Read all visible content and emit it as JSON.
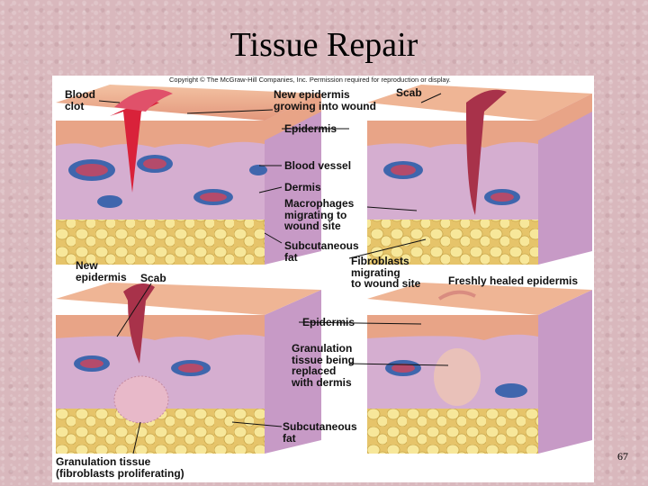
{
  "slide": {
    "title": "Tissue Repair",
    "page_number": "67"
  },
  "figure": {
    "copyright": "Copyright © The McGraw-Hill Companies, Inc. Permission required for reproduction or display.",
    "labels": {
      "blood_clot": "Blood\nclot",
      "new_epidermis_growing": "New epidermis\ngrowing into wound",
      "scab_top": "Scab",
      "epidermis_top": "Epidermis",
      "blood_vessel": "Blood vessel",
      "dermis": "Dermis",
      "macrophages": "Macrophages\nmigrating to\nwound site",
      "subcutaneous_fat_top": "Subcutaneous\nfat",
      "fibroblasts": "Fibroblasts\nmigrating\nto wound site",
      "new_epidermis": "New\nepidermis",
      "scab_bottom": "Scab",
      "freshly_healed": "Freshly healed epidermis",
      "epidermis_bottom": "Epidermis",
      "granulation_replaced": "Granulation\ntissue being\nreplaced\nwith dermis",
      "subcutaneous_fat_bottom": "Subcutaneous\nfat",
      "granulation_proliferating": "Granulation tissue\n(fibroblasts proliferating)"
    },
    "colors": {
      "epidermis": "#e8a487",
      "dermis": "#cfa7c9",
      "fat": "#f2e08a",
      "vessel": "#4a74b8",
      "clot": "#d9223a",
      "scab": "#a8324a"
    }
  }
}
